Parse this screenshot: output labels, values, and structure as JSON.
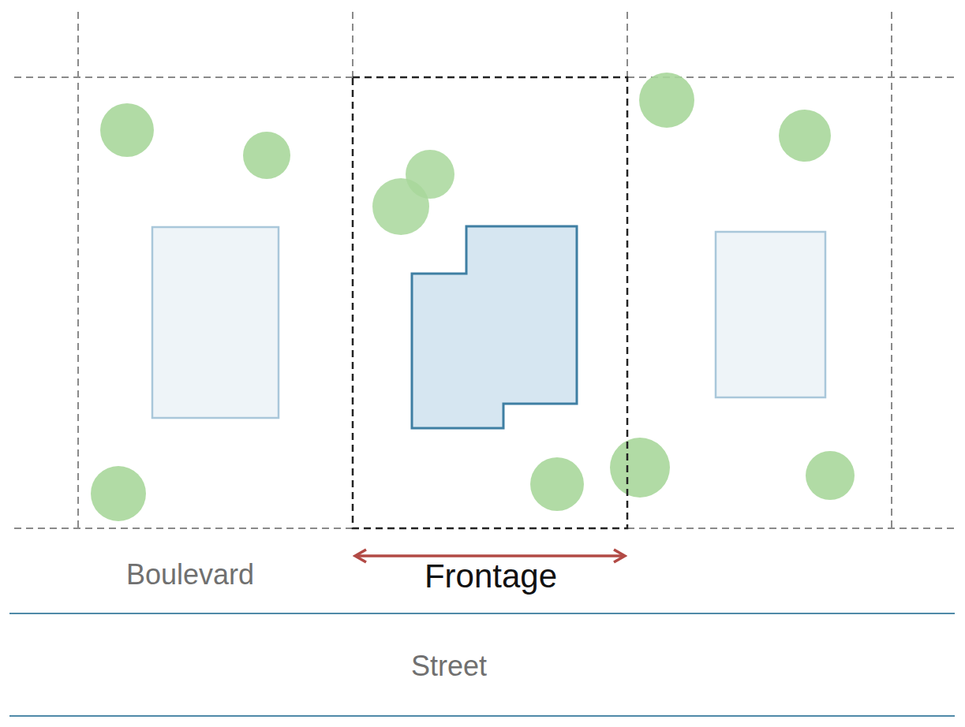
{
  "diagram": {
    "labels": [
      "Boulevard",
      "Frontage",
      "Street"
    ]
  }
}
